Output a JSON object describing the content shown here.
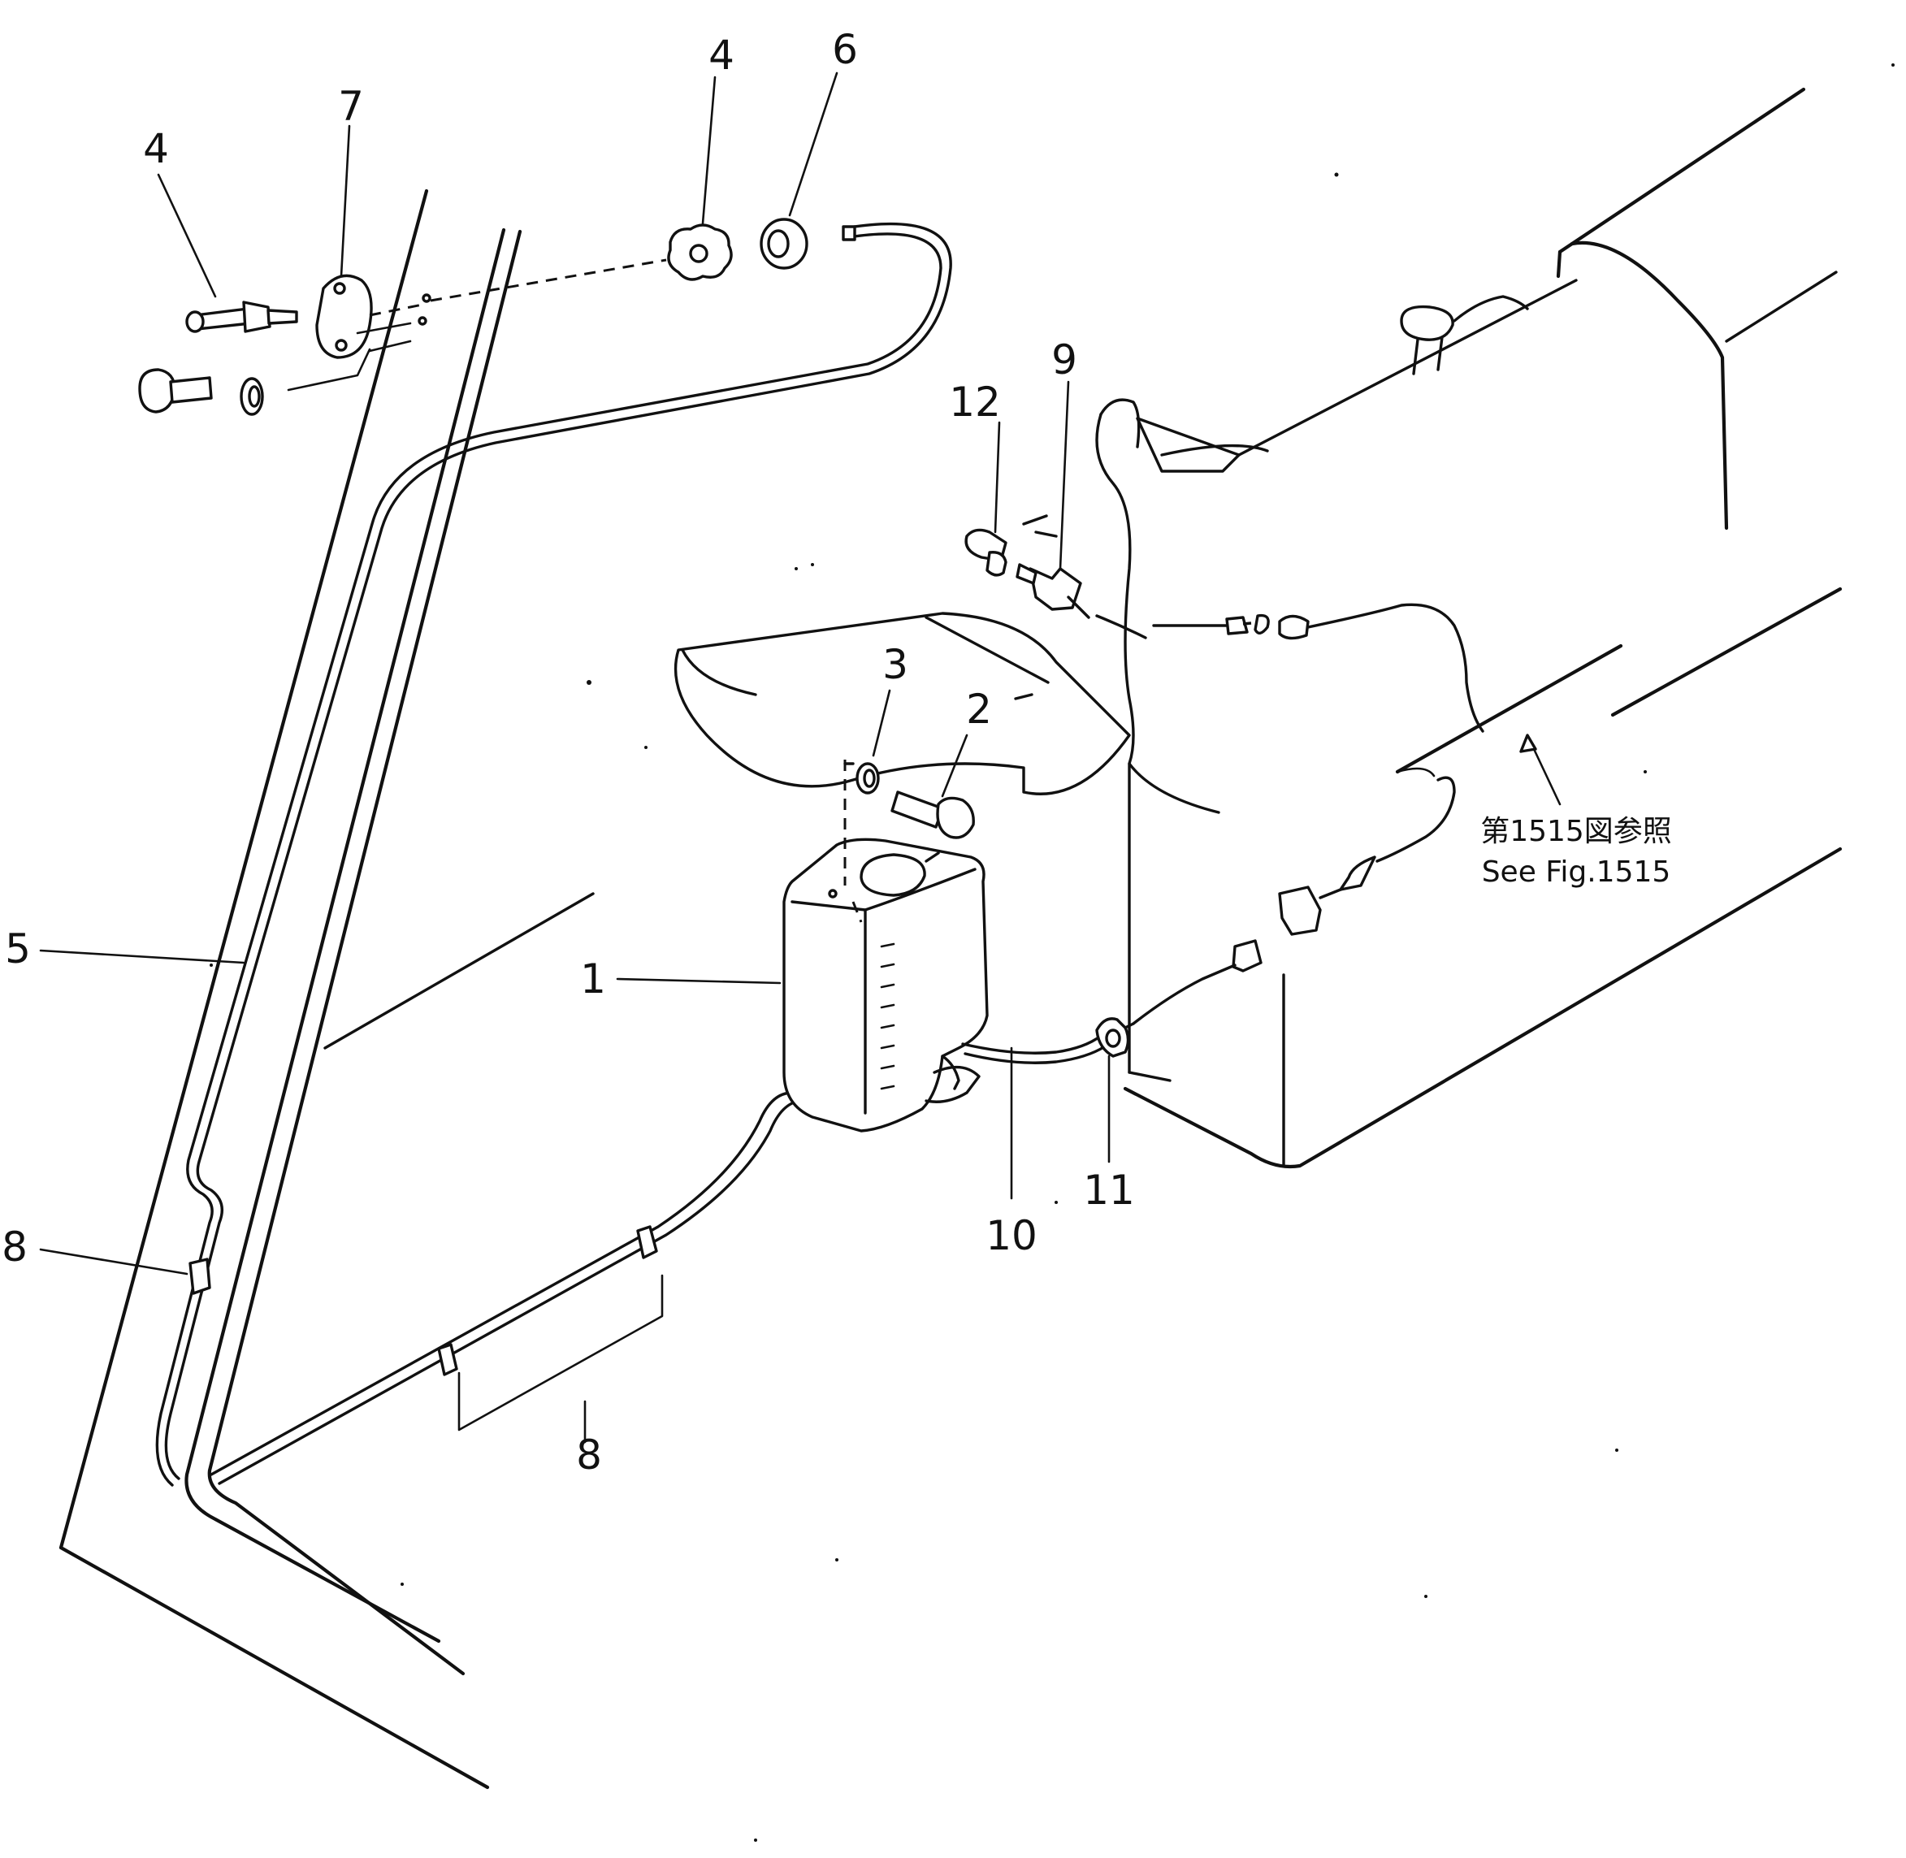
{
  "callouts": {
    "c1": "1",
    "c2": "2",
    "c3": "3",
    "c4a": "4",
    "c4b": "4",
    "c5": "5",
    "c6": "6",
    "c7": "7",
    "c8a": "8",
    "c8b": "8",
    "c9": "9",
    "c10": "10",
    "c11": "11",
    "c12": "12"
  },
  "reference": {
    "line1": "第1515図参照",
    "line2": "See Fig.1515"
  }
}
